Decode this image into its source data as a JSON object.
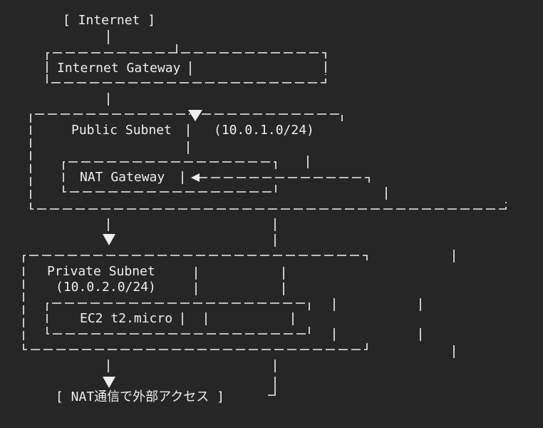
{
  "nodes": {
    "internet": "[ Internet ]",
    "internet_gateway": "Internet Gateway",
    "public_subnet": "Public Subnet",
    "public_cidr": "(10.0.1.0/24)",
    "nat_gateway": "NAT Gateway",
    "private_subnet": "Private Subnet",
    "private_cidr": "(10.0.2.0/24)",
    "ec2": "EC2 t2.micro",
    "nat_access": "[ NAT通信で外部アクセス ]"
  },
  "colors": {
    "background": "#262626",
    "foreground": "#eeeeee"
  }
}
